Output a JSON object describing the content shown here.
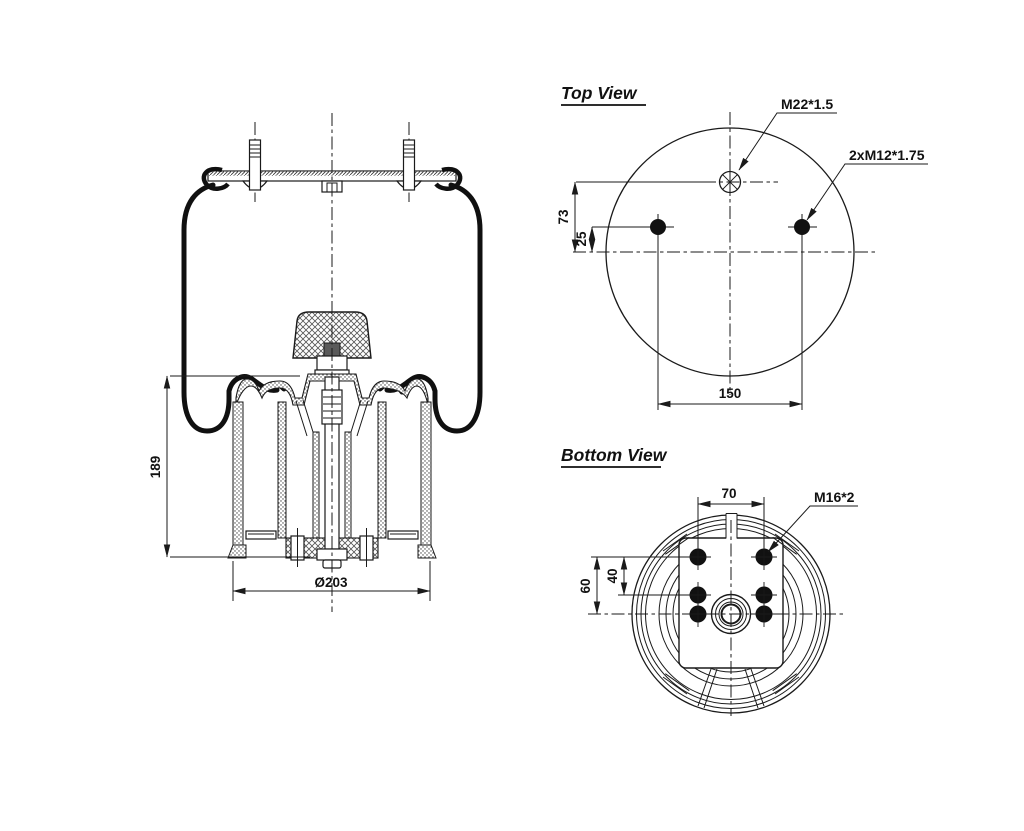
{
  "side_view": {
    "dim_piston_height": "189",
    "dim_base_diameter": "Ø203"
  },
  "top_view": {
    "title": "Top View",
    "port_thread_label": "M22*1.5",
    "stud_thread_label": "2xM12*1.75",
    "dim_port_to_center": "73",
    "dim_stud_to_center": "25",
    "dim_stud_spacing": "150"
  },
  "bottom_view": {
    "title": "Bottom View",
    "bolt_thread_label": "M16*2",
    "dim_bolt_spacing": "70",
    "dim_outer_span": "60",
    "dim_inner_span": "40"
  },
  "colors": {
    "line": "#1a1a1a",
    "background": "#ffffff",
    "bumper_notch": "#5a5a5a"
  }
}
